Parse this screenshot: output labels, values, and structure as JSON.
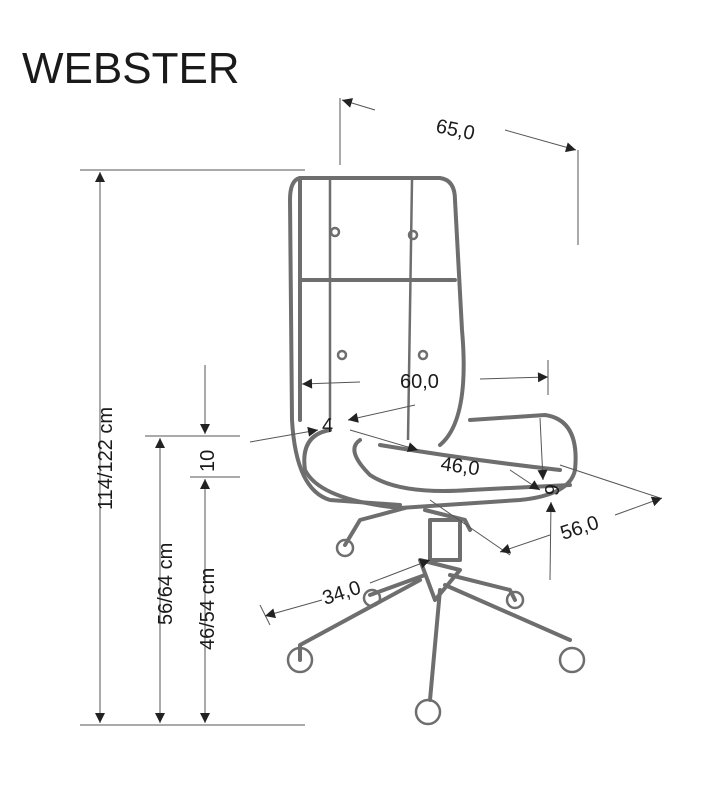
{
  "title": "WEBSTER",
  "dimensions": {
    "depth_top": "65,0",
    "width_armrest": "60,0",
    "armrest_thickness": "4",
    "seat_width": "46,0",
    "seat_thickness": "6",
    "overall_depth": "56,0",
    "base_radius": "34,0",
    "armrest_height_above_seat": "10",
    "total_height": "114/122 cm",
    "armrest_height": "56/64 cm",
    "seat_height": "46/54 cm"
  },
  "colors": {
    "line": "#6e6e6e",
    "text": "#1a1a1a"
  }
}
